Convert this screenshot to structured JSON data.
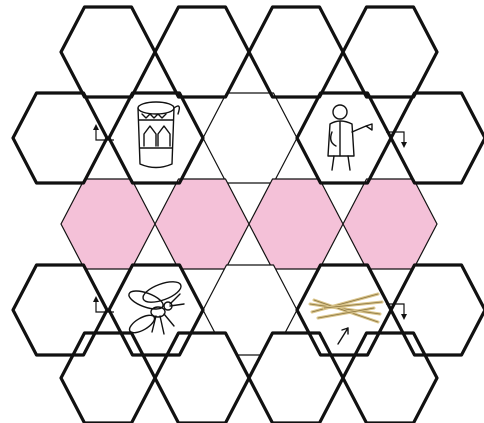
{
  "colors": {
    "highlight": "#f4c1d8",
    "cell": "#ffffff",
    "outline": "#111111",
    "stick_fill": "#d9c48a"
  },
  "rows": [
    {
      "cells": [
        "empty",
        "empty",
        "empty",
        "empty"
      ]
    },
    {
      "cells": [
        "empty",
        "drum",
        "empty",
        "doctor",
        "empty"
      ]
    },
    {
      "cells": [
        "highlight",
        "highlight",
        "highlight",
        "highlight"
      ]
    },
    {
      "cells": [
        "empty",
        "insect",
        "empty",
        "sticks",
        "empty"
      ]
    },
    {
      "cells": [
        "empty",
        "empty",
        "empty",
        "empty"
      ]
    }
  ],
  "pictures": [
    {
      "name": "drum",
      "icon": "drum-icon",
      "arrow": "up-left"
    },
    {
      "name": "doctor",
      "icon": "doctor-icon",
      "arrow": "down-right"
    },
    {
      "name": "insect",
      "icon": "insect-icon",
      "arrow": "up-left"
    },
    {
      "name": "sticks",
      "icon": "sticks-icon",
      "arrow": "down-right"
    }
  ]
}
